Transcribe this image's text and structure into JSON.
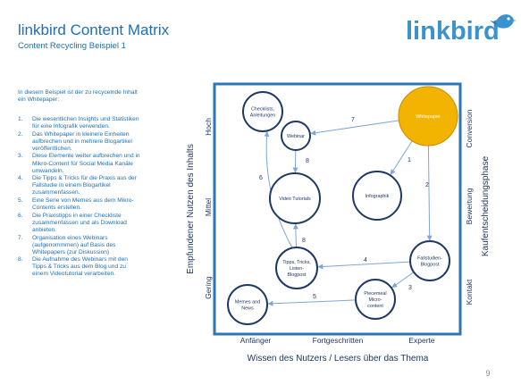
{
  "header": {
    "title": "linkbird Content Matrix",
    "subtitle": "Content Recycling Beispiel 1"
  },
  "logo": {
    "text": "linkbird",
    "icon": "bird-icon",
    "color": "#3a93cf"
  },
  "colors": {
    "text_blue": "#1f6fb2",
    "frame_blue": "#2e75b6",
    "arrow_blue": "#7ea6d8",
    "highlight": "#f2b400"
  },
  "intro": "In diesem Beispiel ist der zu recycelnde Inhalt ein Whitepaper:",
  "steps": [
    {
      "num": "1.",
      "text": "Die wesentlichen Insights und Statistiken für eine Infografik verwenden."
    },
    {
      "num": "2.",
      "text": "Das Whitepaper in kleinere Einheiten aufbrechen und in mehrere Blogartikel veröffentlichen."
    },
    {
      "num": "3.",
      "text": "Diese Elemente weiter aufbrechen und in Mikro-Content für Social Media Kanäle umwandeln."
    },
    {
      "num": "4.",
      "text": "Die Tipps & Tricks für die Praxis aus der Fallstudie in einem Blogartikel zusammenfassen."
    },
    {
      "num": "5.",
      "text": "Eine Serie von Memes aus dem Mikro-Contents erstellen."
    },
    {
      "num": "6.",
      "text": "Die Praxistipps in einer Checkliste zusammenfassen und als Download anbieten."
    },
    {
      "num": "7.",
      "text": "Organisation eines Webinars (aufgenommmen) auf Basis des Whitepapers (zur Diskussion)"
    },
    {
      "num": "8.",
      "text": "Die Aufnahme des Webinars mit den Tipps & Tricks aus dem Blog und zu einem Videotutorial verarbeiten."
    }
  ],
  "diagram": {
    "y_axis_label": "Empfundener Nutzen des Inhalts",
    "y_levels": [
      "Hoch",
      "Mittel",
      "Gering"
    ],
    "x_axis_label": "Wissen des Nutzers / Lesers über das Thema",
    "x_levels": [
      "Anfänger",
      "Fortgeschritten",
      "Experte"
    ],
    "right_axis_label": "Kaufentscheidungsphase",
    "right_levels": [
      "Conversion",
      "Bewertung",
      "Kontakt"
    ],
    "nodes": [
      {
        "id": "checklists",
        "label": [
          "Checklists,",
          "Anleitungen"
        ]
      },
      {
        "id": "webinar",
        "label": [
          "Webinar"
        ]
      },
      {
        "id": "whitepaper",
        "label": [
          "Whitepaper"
        ]
      },
      {
        "id": "video",
        "label": [
          "Video Tutorials"
        ]
      },
      {
        "id": "infographik",
        "label": [
          "Infographik"
        ]
      },
      {
        "id": "tipps",
        "label": [
          "Tipps, Tricks,",
          "Listen-",
          "Blogpost"
        ]
      },
      {
        "id": "fallstudie",
        "label": [
          "Fallstudien-",
          "Blogpost"
        ]
      },
      {
        "id": "memes",
        "label": [
          "Memes and",
          "News"
        ]
      },
      {
        "id": "mikro",
        "label": [
          "Piecemeal",
          "Micro-",
          "content"
        ]
      }
    ],
    "edges": [
      {
        "from": "whitepaper",
        "to": "infographik",
        "label": "1"
      },
      {
        "from": "whitepaper",
        "to": "fallstudie",
        "label": "2"
      },
      {
        "from": "fallstudie",
        "to": "mikro",
        "label": "3"
      },
      {
        "from": "fallstudie",
        "to": "tipps",
        "label": "4"
      },
      {
        "from": "mikro",
        "to": "memes",
        "label": "5"
      },
      {
        "from": "tipps",
        "to": "checklists",
        "label": "6"
      },
      {
        "from": "whitepaper",
        "to": "webinar",
        "label": "7"
      },
      {
        "from": "webinar",
        "to": "video",
        "label": "8"
      },
      {
        "from": "tipps",
        "to": "video",
        "label": "8"
      }
    ]
  },
  "page_number": "9"
}
